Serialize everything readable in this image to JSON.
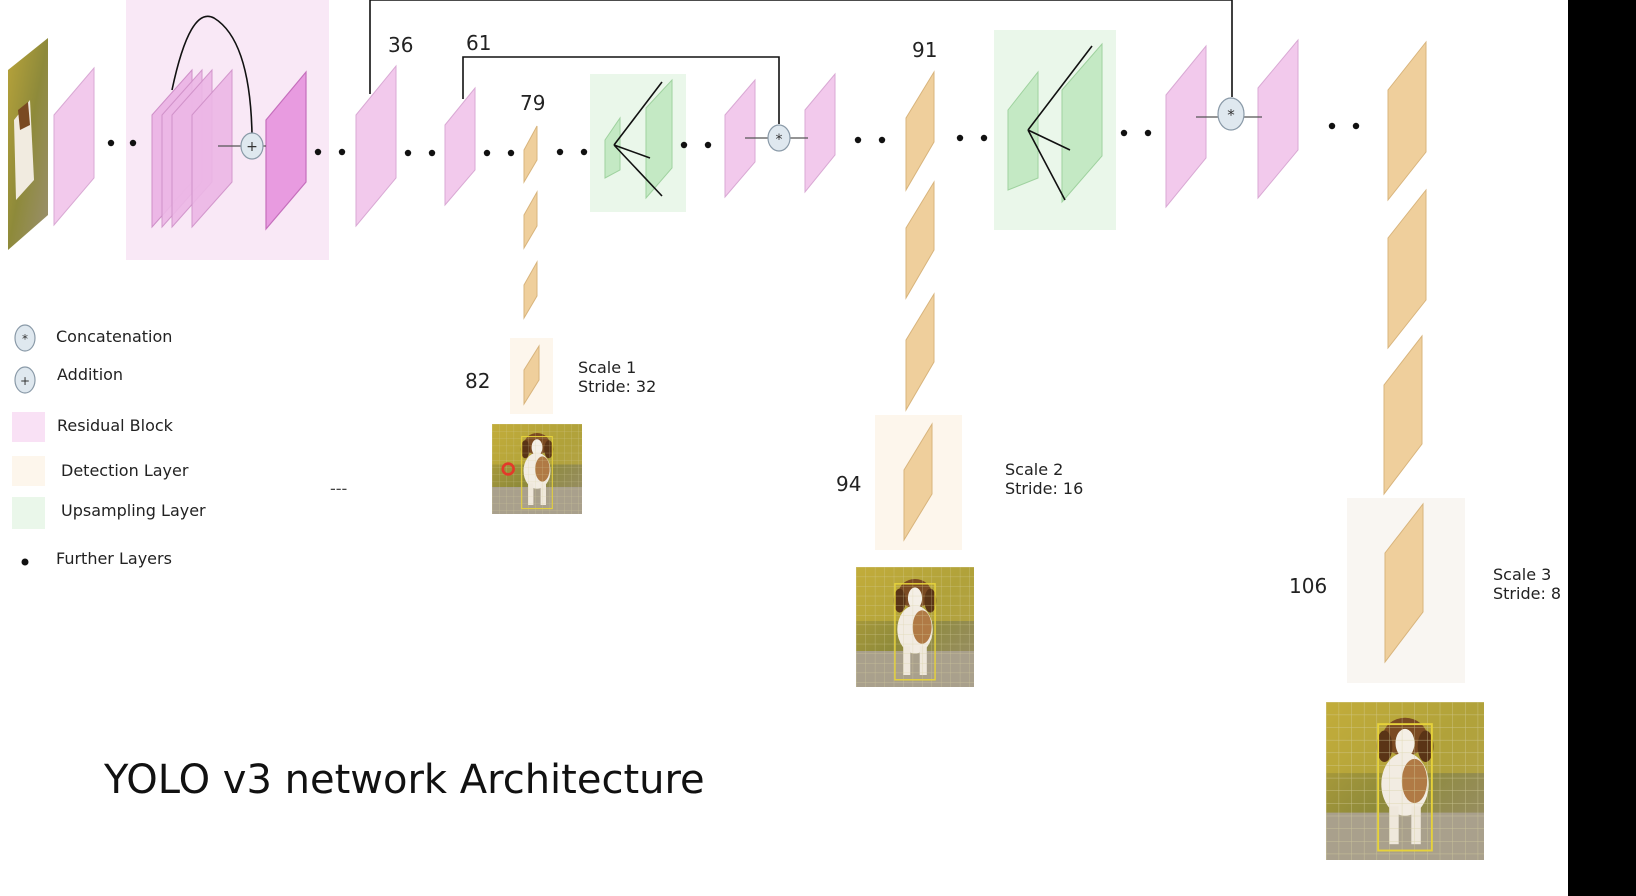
{
  "title": "YOLO v3 network Architecture",
  "layer_labels": {
    "l36": "36",
    "l61": "61",
    "l79": "79",
    "l82": "82",
    "l91": "91",
    "l94": "94",
    "l106": "106"
  },
  "scales": {
    "scale1": {
      "name": "Scale 1",
      "stride": "Stride: 32"
    },
    "scale2": {
      "name": "Scale 2",
      "stride": "Stride: 16"
    },
    "scale3": {
      "name": "Scale 3",
      "stride": "Stride: 8"
    }
  },
  "legend": {
    "concatenation": "Concatenation",
    "addition": "Addition",
    "residual_block": "Residual Block",
    "detection_layer": "Detection Layer",
    "upsampling_layer": "Upsampling Layer",
    "further_layers": "Further Layers"
  },
  "dashes": "---",
  "symbols": {
    "concat": "*",
    "add": "+"
  },
  "colors": {
    "background": "#ffffff",
    "residual": "#f2c9ec",
    "residual_dark": "#e89be0",
    "residual_box": "#f9e8f6",
    "detection": "#efcf9c",
    "detection_box": "#fdf6ec",
    "upsampling": "#c4e9c4",
    "upsampling_box": "#eaf7ea",
    "op_circle": "#dfe8ef"
  }
}
